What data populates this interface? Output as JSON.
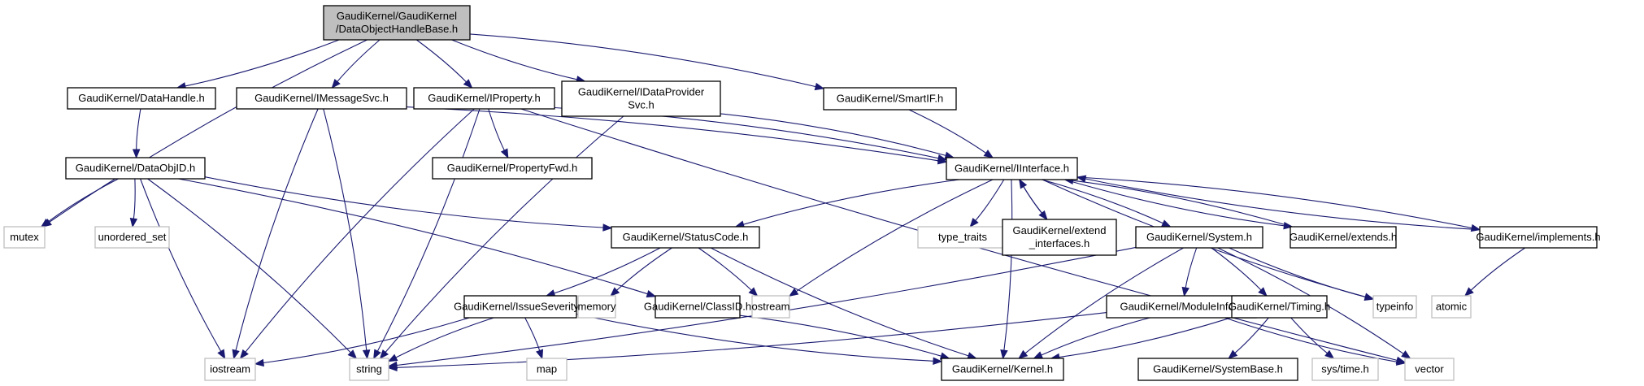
{
  "title": "GaudiKernel/GaudiKernel/DataObjectHandleBase.h include dependency graph",
  "colors": {
    "edge": "#191970",
    "root_fill": "#bfbfbf",
    "local_border": "#000000",
    "system_border": "#bfbfbf"
  },
  "nodes": [
    {
      "id": "root",
      "kind": "root",
      "lines": [
        "GaudiKernel/GaudiKernel",
        "/DataObjectHandleBase.h"
      ]
    },
    {
      "id": "mutex",
      "kind": "system",
      "lines": [
        "mutex"
      ]
    },
    {
      "id": "datahandle",
      "kind": "local",
      "lines": [
        "GaudiKernel/DataHandle.h"
      ]
    },
    {
      "id": "imessagesvc",
      "kind": "local",
      "lines": [
        "GaudiKernel/IMessageSvc.h"
      ]
    },
    {
      "id": "iproperty",
      "kind": "local",
      "lines": [
        "GaudiKernel/IProperty.h"
      ]
    },
    {
      "id": "idataprovidersvc",
      "kind": "local",
      "lines": [
        "GaudiKernel/IDataProvider",
        "Svc.h"
      ]
    },
    {
      "id": "smartif",
      "kind": "local",
      "lines": [
        "GaudiKernel/SmartIF.h"
      ]
    },
    {
      "id": "dataobjid",
      "kind": "local",
      "lines": [
        "GaudiKernel/DataObjID.h"
      ]
    },
    {
      "id": "propertyfwd",
      "kind": "local",
      "lines": [
        "GaudiKernel/PropertyFwd.h"
      ]
    },
    {
      "id": "iinterface",
      "kind": "local",
      "lines": [
        "GaudiKernel/IInterface.h"
      ]
    },
    {
      "id": "unordered_set",
      "kind": "system",
      "lines": [
        "unordered_set"
      ]
    },
    {
      "id": "statuscode",
      "kind": "local",
      "lines": [
        "GaudiKernel/StatusCode.h"
      ]
    },
    {
      "id": "type_traits",
      "kind": "system",
      "lines": [
        "type_traits"
      ]
    },
    {
      "id": "extend_interfaces",
      "kind": "local",
      "lines": [
        "GaudiKernel/extend",
        "_interfaces.h"
      ]
    },
    {
      "id": "system",
      "kind": "local",
      "lines": [
        "GaudiKernel/System.h"
      ]
    },
    {
      "id": "extends",
      "kind": "local",
      "lines": [
        "GaudiKernel/extends.h"
      ]
    },
    {
      "id": "implements",
      "kind": "local",
      "lines": [
        "GaudiKernel/implements.h"
      ]
    },
    {
      "id": "issueseverity",
      "kind": "local",
      "lines": [
        "GaudiKernel/IssueSeverity.h"
      ]
    },
    {
      "id": "memory",
      "kind": "system",
      "lines": [
        "memory"
      ]
    },
    {
      "id": "classid",
      "kind": "local",
      "lines": [
        "GaudiKernel/ClassID.h"
      ]
    },
    {
      "id": "ostream",
      "kind": "system",
      "lines": [
        "ostream"
      ]
    },
    {
      "id": "moduleinfo",
      "kind": "local",
      "lines": [
        "GaudiKernel/ModuleInfo.h"
      ]
    },
    {
      "id": "timing",
      "kind": "local",
      "lines": [
        "GaudiKernel/Timing.h"
      ]
    },
    {
      "id": "typeinfo",
      "kind": "system",
      "lines": [
        "typeinfo"
      ]
    },
    {
      "id": "atomic",
      "kind": "system",
      "lines": [
        "atomic"
      ]
    },
    {
      "id": "iostream",
      "kind": "system",
      "lines": [
        "iostream"
      ]
    },
    {
      "id": "string",
      "kind": "system",
      "lines": [
        "string"
      ]
    },
    {
      "id": "map",
      "kind": "system",
      "lines": [
        "map"
      ]
    },
    {
      "id": "kernel",
      "kind": "local",
      "lines": [
        "GaudiKernel/Kernel.h"
      ]
    },
    {
      "id": "systembase",
      "kind": "local",
      "lines": [
        "GaudiKernel/SystemBase.h"
      ]
    },
    {
      "id": "systime",
      "kind": "system",
      "lines": [
        "sys/time.h"
      ]
    },
    {
      "id": "vector",
      "kind": "system",
      "lines": [
        "vector"
      ]
    }
  ],
  "edges": [
    [
      "root",
      "mutex"
    ],
    [
      "root",
      "datahandle"
    ],
    [
      "root",
      "imessagesvc"
    ],
    [
      "root",
      "iproperty"
    ],
    [
      "root",
      "idataprovidersvc"
    ],
    [
      "root",
      "smartif"
    ],
    [
      "datahandle",
      "dataobjid"
    ],
    [
      "imessagesvc",
      "iinterface"
    ],
    [
      "imessagesvc",
      "iostream"
    ],
    [
      "imessagesvc",
      "string"
    ],
    [
      "iproperty",
      "propertyfwd"
    ],
    [
      "iproperty",
      "iinterface"
    ],
    [
      "iproperty",
      "iostream"
    ],
    [
      "iproperty",
      "string"
    ],
    [
      "iproperty",
      "vector"
    ],
    [
      "idataprovidersvc",
      "iinterface"
    ],
    [
      "idataprovidersvc",
      "string"
    ],
    [
      "smartif",
      "iinterface"
    ],
    [
      "dataobjid",
      "mutex"
    ],
    [
      "dataobjid",
      "unordered_set"
    ],
    [
      "dataobjid",
      "iostream"
    ],
    [
      "dataobjid",
      "string"
    ],
    [
      "dataobjid",
      "statuscode"
    ],
    [
      "dataobjid",
      "classid"
    ],
    [
      "iinterface",
      "statuscode"
    ],
    [
      "iinterface",
      "type_traits"
    ],
    [
      "iinterface",
      "extend_interfaces"
    ],
    [
      "iinterface",
      "system"
    ],
    [
      "iinterface",
      "extends"
    ],
    [
      "iinterface",
      "implements"
    ],
    [
      "iinterface",
      "ostream"
    ],
    [
      "iinterface",
      "kernel"
    ],
    [
      "iinterface",
      "typeinfo"
    ],
    [
      "extend_interfaces",
      "iinterface"
    ],
    [
      "extends",
      "iinterface"
    ],
    [
      "implements",
      "iinterface"
    ],
    [
      "implements",
      "atomic"
    ],
    [
      "statuscode",
      "issueseverity"
    ],
    [
      "statuscode",
      "memory"
    ],
    [
      "statuscode",
      "ostream"
    ],
    [
      "statuscode",
      "kernel"
    ],
    [
      "issueseverity",
      "iostream"
    ],
    [
      "issueseverity",
      "string"
    ],
    [
      "issueseverity",
      "map"
    ],
    [
      "issueseverity",
      "kernel"
    ],
    [
      "classid",
      "kernel"
    ],
    [
      "system",
      "moduleinfo"
    ],
    [
      "system",
      "timing"
    ],
    [
      "system",
      "kernel"
    ],
    [
      "system",
      "string"
    ],
    [
      "system",
      "typeinfo"
    ],
    [
      "system",
      "vector"
    ],
    [
      "moduleinfo",
      "kernel"
    ],
    [
      "moduleinfo",
      "string"
    ],
    [
      "moduleinfo",
      "vector"
    ],
    [
      "timing",
      "systembase"
    ],
    [
      "timing",
      "systime"
    ],
    [
      "timing",
      "kernel"
    ]
  ]
}
